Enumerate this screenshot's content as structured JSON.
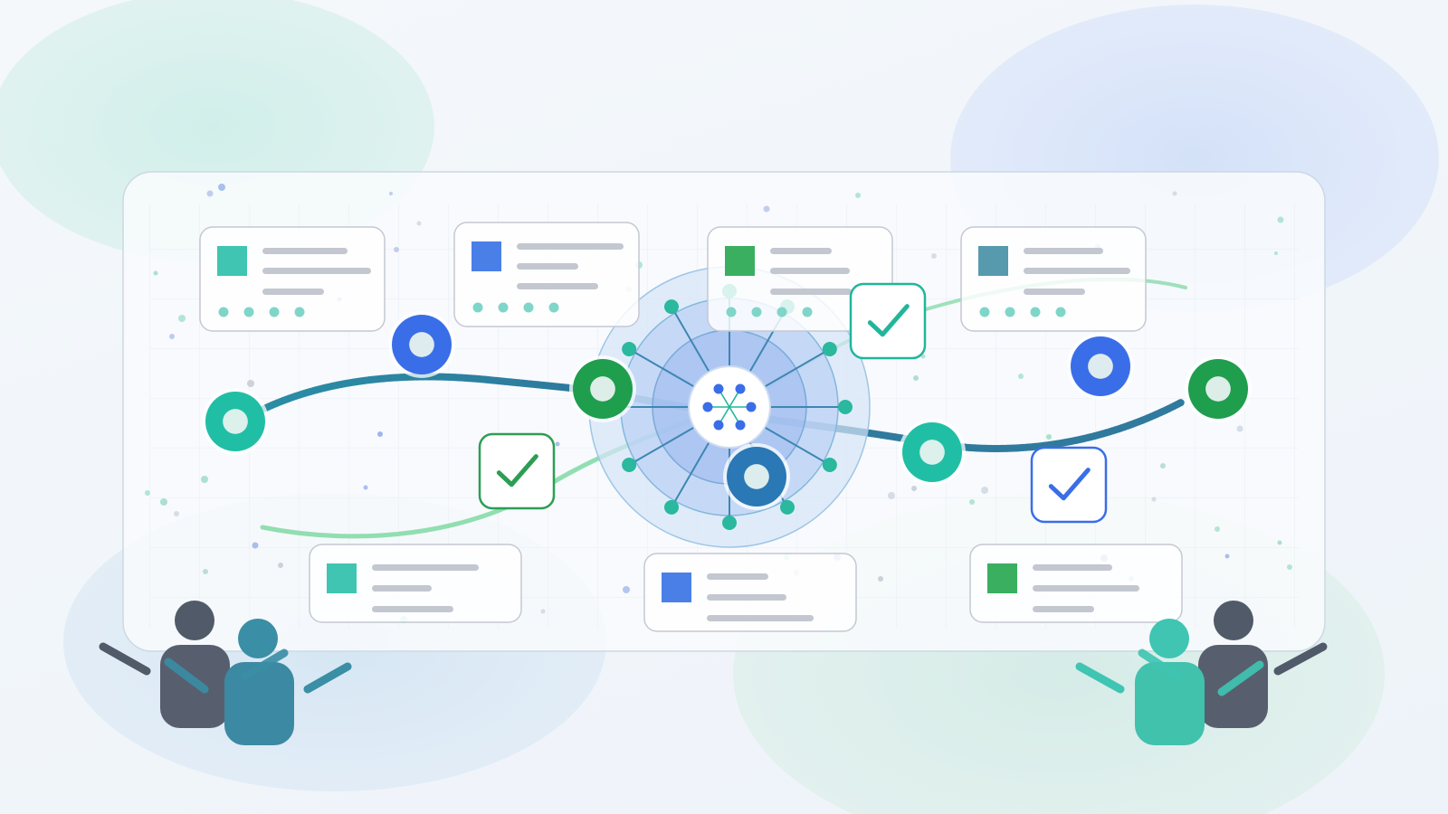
{
  "palette": {
    "teal": "#20bfa5",
    "green": "#1f9e4e",
    "blue": "#3a6ee8",
    "dark_blue": "#2a78b5",
    "slate": "#4f5a6b",
    "steel": "#3a8ea5",
    "panel_bg": "#f8fbfd",
    "panel_border": "#c7d3df",
    "card_border": "#c4c8d2",
    "line_gray": "#c3c7cf"
  },
  "cards": [
    {
      "id": "card-top-1",
      "accent": "#3fc5b2",
      "has_dots": true,
      "dot_color": "#7fd6c8"
    },
    {
      "id": "card-top-2",
      "accent": "#4a7fe8",
      "has_dots": true,
      "dot_color": "#7fd6c8"
    },
    {
      "id": "card-top-3",
      "accent": "#3aaf5f",
      "has_dots": true,
      "dot_color": "#7fd6c8"
    },
    {
      "id": "card-top-4",
      "accent": "#5799ad",
      "has_dots": true,
      "dot_color": "#7fd6c8"
    },
    {
      "id": "card-bottom-1",
      "accent": "#3fc5b2",
      "has_dots": false
    },
    {
      "id": "card-bottom-2",
      "accent": "#4a7fe8",
      "has_dots": false
    },
    {
      "id": "card-bottom-3",
      "accent": "#3aaf5f",
      "has_dots": false
    }
  ],
  "checkmarks": [
    {
      "id": "check-green",
      "color": "#2c9e54"
    },
    {
      "id": "check-teal",
      "color": "#22b59c"
    },
    {
      "id": "check-blue",
      "color": "#3a6ee8"
    }
  ],
  "nodes": [
    {
      "id": "node-teal-left",
      "color": "#20bfa5"
    },
    {
      "id": "node-blue-upper-left",
      "color": "#3a6ee8"
    },
    {
      "id": "node-green-center-left",
      "color": "#1f9e4e"
    },
    {
      "id": "node-dark-blue-center",
      "color": "#2a78b5"
    },
    {
      "id": "node-teal-right",
      "color": "#20bfa5"
    },
    {
      "id": "node-blue-right",
      "color": "#3a6ee8"
    },
    {
      "id": "node-green-far-right",
      "color": "#1f9e4e"
    }
  ],
  "hub": {
    "icon": "network-hub-icon",
    "spokes": 12
  }
}
